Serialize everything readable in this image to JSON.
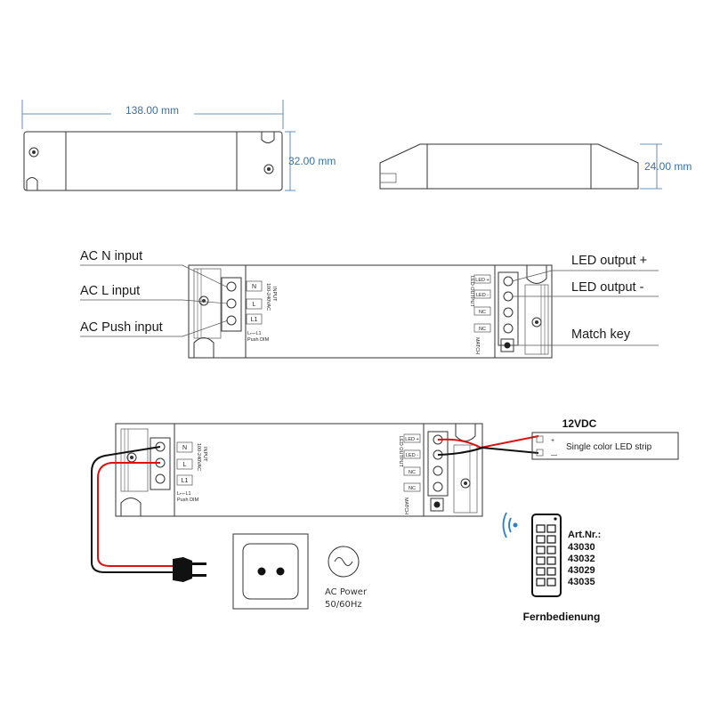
{
  "dimensions": {
    "length": "138.00 mm",
    "width": "32.00 mm",
    "height": "24.00 mm"
  },
  "inputs": {
    "n": "AC N input",
    "l": "AC L input",
    "push": "AC Push input"
  },
  "outputs": {
    "plus": "LED output +",
    "minus": "LED output -",
    "match": "Match key"
  },
  "terminals": {
    "n": "N",
    "l": "L",
    "l1": "L1",
    "input_label": "INPUT",
    "voltage_label": "100-240VAC",
    "pushdim_symbol": "L⌐⌐L1",
    "pushdim": "Push DIM",
    "led_plus": "LED +",
    "led_minus": "LED -",
    "nc": "NC",
    "led_output_label": "LED OUTPUT",
    "match_label": "MATCH"
  },
  "wiring": {
    "voltage": "12VDC",
    "strip_label": "Single color LED strip",
    "strip_plus": "+",
    "strip_minus": "—",
    "ac_power_line1": "AC Power",
    "ac_power_line2": "50/60Hz",
    "art_label": "Art.Nr.:",
    "art_numbers": [
      "43030",
      "43032",
      "43029",
      "43035"
    ],
    "remote_label": "Fernbedienung"
  }
}
